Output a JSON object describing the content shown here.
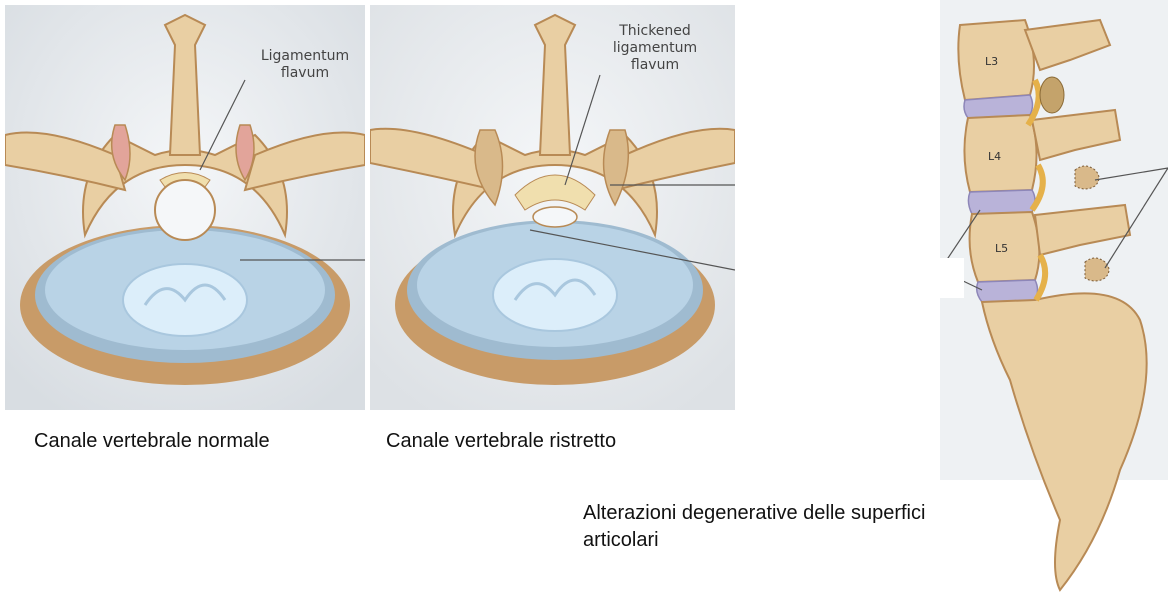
{
  "panels": {
    "normal": {
      "label": "Ligamentum\nflavum",
      "label_lines": [
        "Ligamentum",
        "flavum"
      ],
      "caption": "Canale vertebrale normale"
    },
    "narrowed": {
      "label_lines": [
        "Thickened",
        "ligamentum",
        "flavum"
      ],
      "caption": "Canale vertebrale ristretto"
    },
    "lateral": {
      "vertebra_labels": [
        "L3",
        "L4",
        "L5"
      ],
      "caption_lines": [
        "Alterazioni degenerative delle superfici",
        "articolari"
      ]
    }
  },
  "colors": {
    "bone": "#e9cfa3",
    "bone_dark": "#b88a55",
    "disc": "#b9d3e6",
    "nucleus": "#dceefa",
    "ligament": "#f0dfae",
    "cartilage": "#e2a49a",
    "bg_panel": "#e8ecef",
    "nerve": "#e5b14a"
  }
}
